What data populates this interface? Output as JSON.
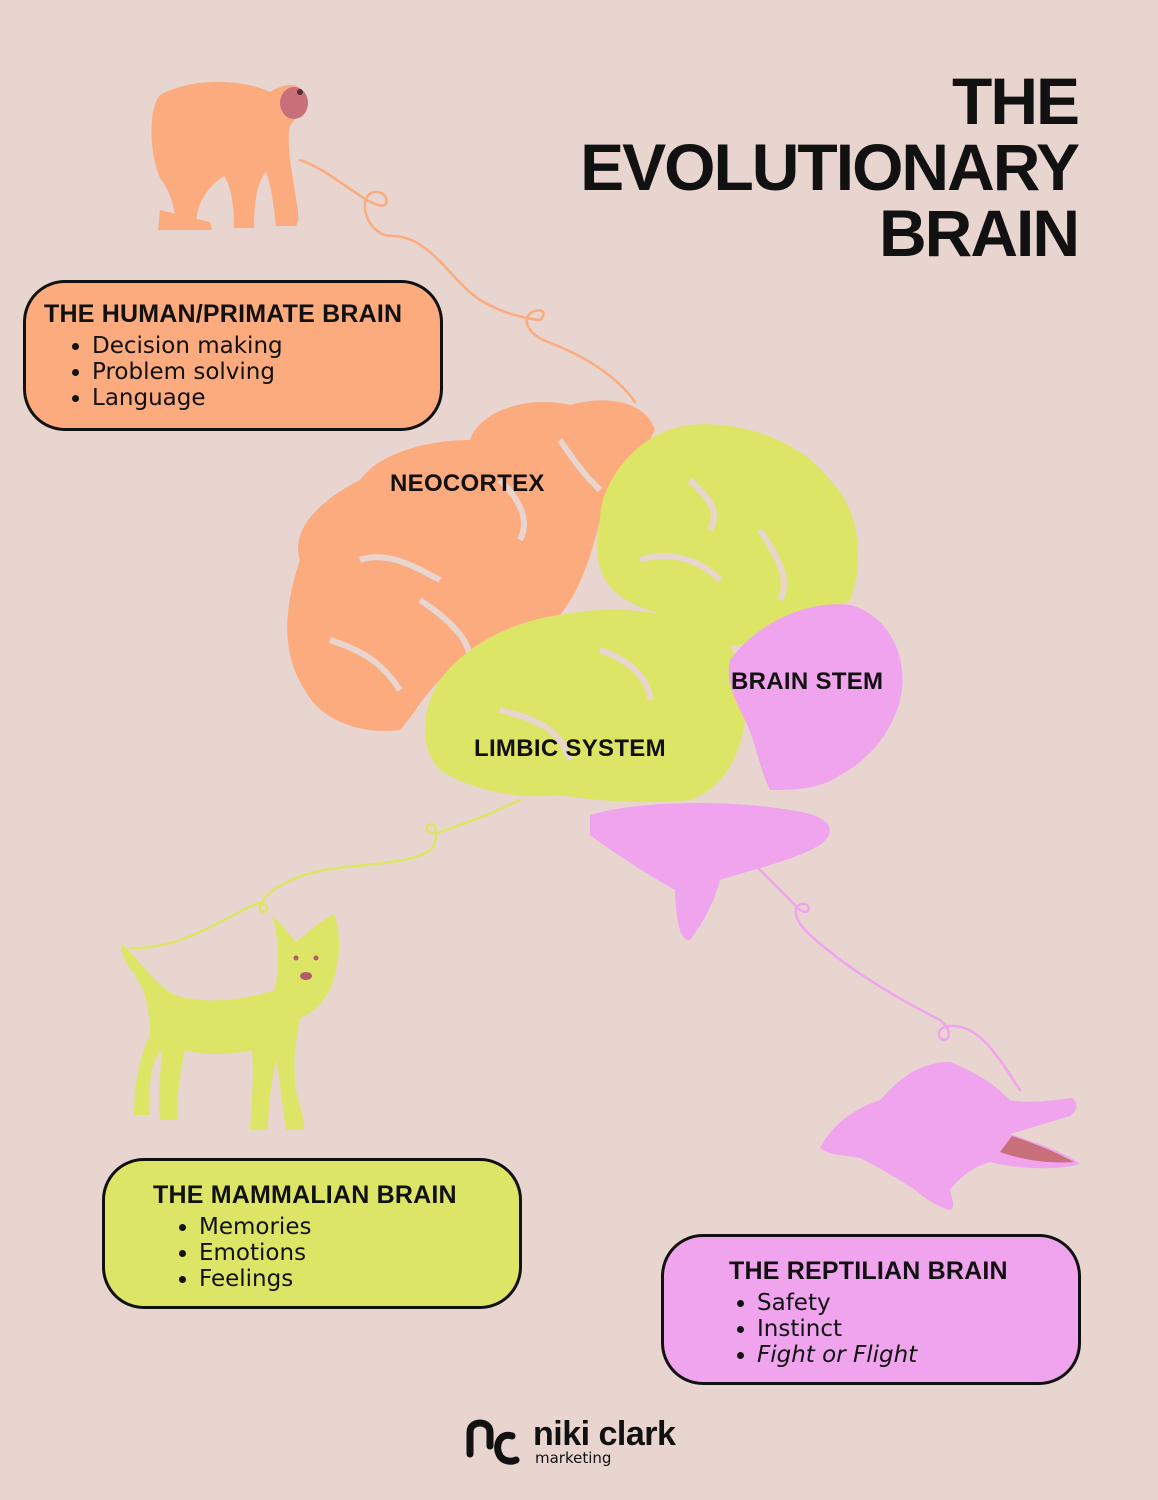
{
  "title": [
    "THE",
    "EVOLUTIONARY",
    "BRAIN"
  ],
  "colors": {
    "background": "#e8d5d0",
    "orange": "#fbab7e",
    "lime": "#dce566",
    "pink": "#f0a4ee",
    "ink": "#111111"
  },
  "regions": {
    "neocortex": "NEOCORTEX",
    "limbic": "LIMBIC SYSTEM",
    "stem": "BRAIN STEM"
  },
  "boxes": {
    "primate": {
      "title": "THE HUMAN/PRIMATE BRAIN",
      "items": [
        "Decision making",
        "Problem solving",
        "Language"
      ]
    },
    "mammal": {
      "title": "THE MAMMALIAN BRAIN",
      "items": [
        "Memories",
        "Emotions",
        "Feelings"
      ]
    },
    "reptile": {
      "title": "THE REPTILIAN BRAIN",
      "items": [
        "Safety",
        "Instinct",
        "Fight or Flight"
      ]
    }
  },
  "icons": [
    "chimpanzee-icon",
    "dog-icon",
    "crocodile-icon",
    "brain-icon",
    "logo-icon"
  ],
  "logo": {
    "name": "niki clark",
    "sub": "marketing"
  }
}
